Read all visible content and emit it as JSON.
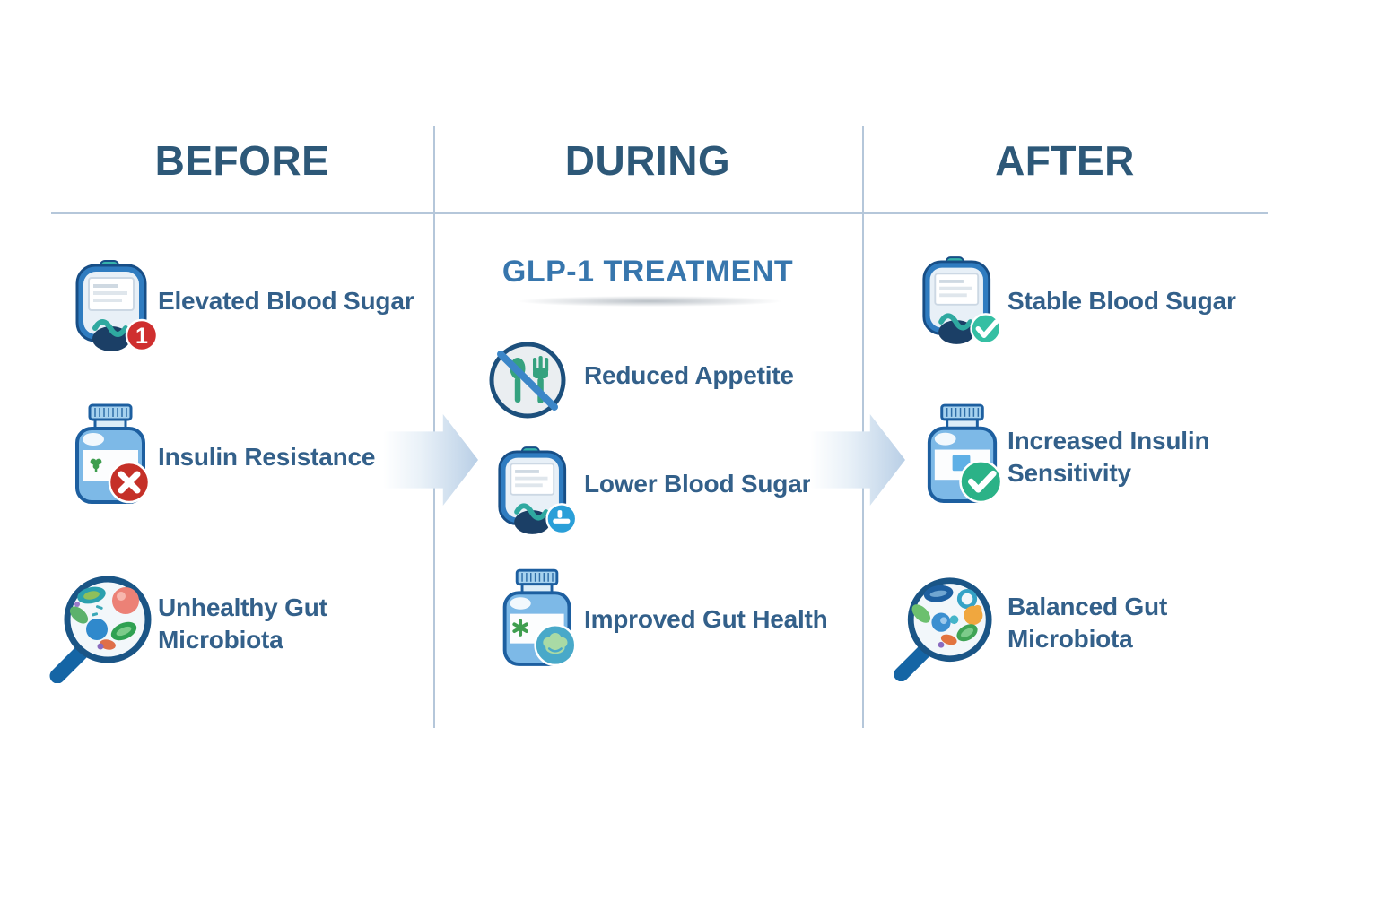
{
  "colors": {
    "header_text": "#2d5878",
    "item_text": "#33608a",
    "accent_blue": "#3776ad",
    "divider": "#b5c7da",
    "arrow_start": "#ffffff",
    "arrow_end": "#b9cfe6",
    "alert_red": "#cf2f2f",
    "success_green": "#2bb287",
    "badge_teal": "#35bfa3",
    "badge_blue": "#2a9fd8"
  },
  "badges": {
    "alert_count": "1"
  },
  "during_subtitle": "GLP-1 TREATMENT",
  "columns": [
    {
      "id": "before",
      "header": "BEFORE",
      "items": [
        {
          "icon": "glucose-meter-alert-icon",
          "lines": [
            "Elevated Blood Sugar"
          ]
        },
        {
          "icon": "pill-bottle-x-icon",
          "lines": [
            "Insulin Resistance"
          ]
        },
        {
          "icon": "unhealthy-microbiota-magnifier-icon",
          "lines": [
            "Unhealthy Gut",
            "Microbiota"
          ]
        }
      ]
    },
    {
      "id": "during",
      "header": "DURING",
      "subtitle": "GLP-1 TREATMENT",
      "items": [
        {
          "icon": "no-appetite-icon",
          "lines": [
            "Reduced Appetite"
          ]
        },
        {
          "icon": "glucose-meter-lower-icon",
          "lines": [
            "Lower Blood Sugar"
          ]
        },
        {
          "icon": "pill-bottle-gut-icon",
          "lines": [
            "Improved Gut Health"
          ]
        }
      ]
    },
    {
      "id": "after",
      "header": "AFTER",
      "items": [
        {
          "icon": "glucose-meter-check-icon",
          "lines": [
            "Stable Blood Sugar"
          ]
        },
        {
          "icon": "pill-bottle-check-icon",
          "lines": [
            "Increased Insulin",
            "Sensitivity"
          ]
        },
        {
          "icon": "balanced-microbiota-magnifier-icon",
          "lines": [
            "Balanced Gut",
            "Microbiota"
          ]
        }
      ]
    }
  ]
}
